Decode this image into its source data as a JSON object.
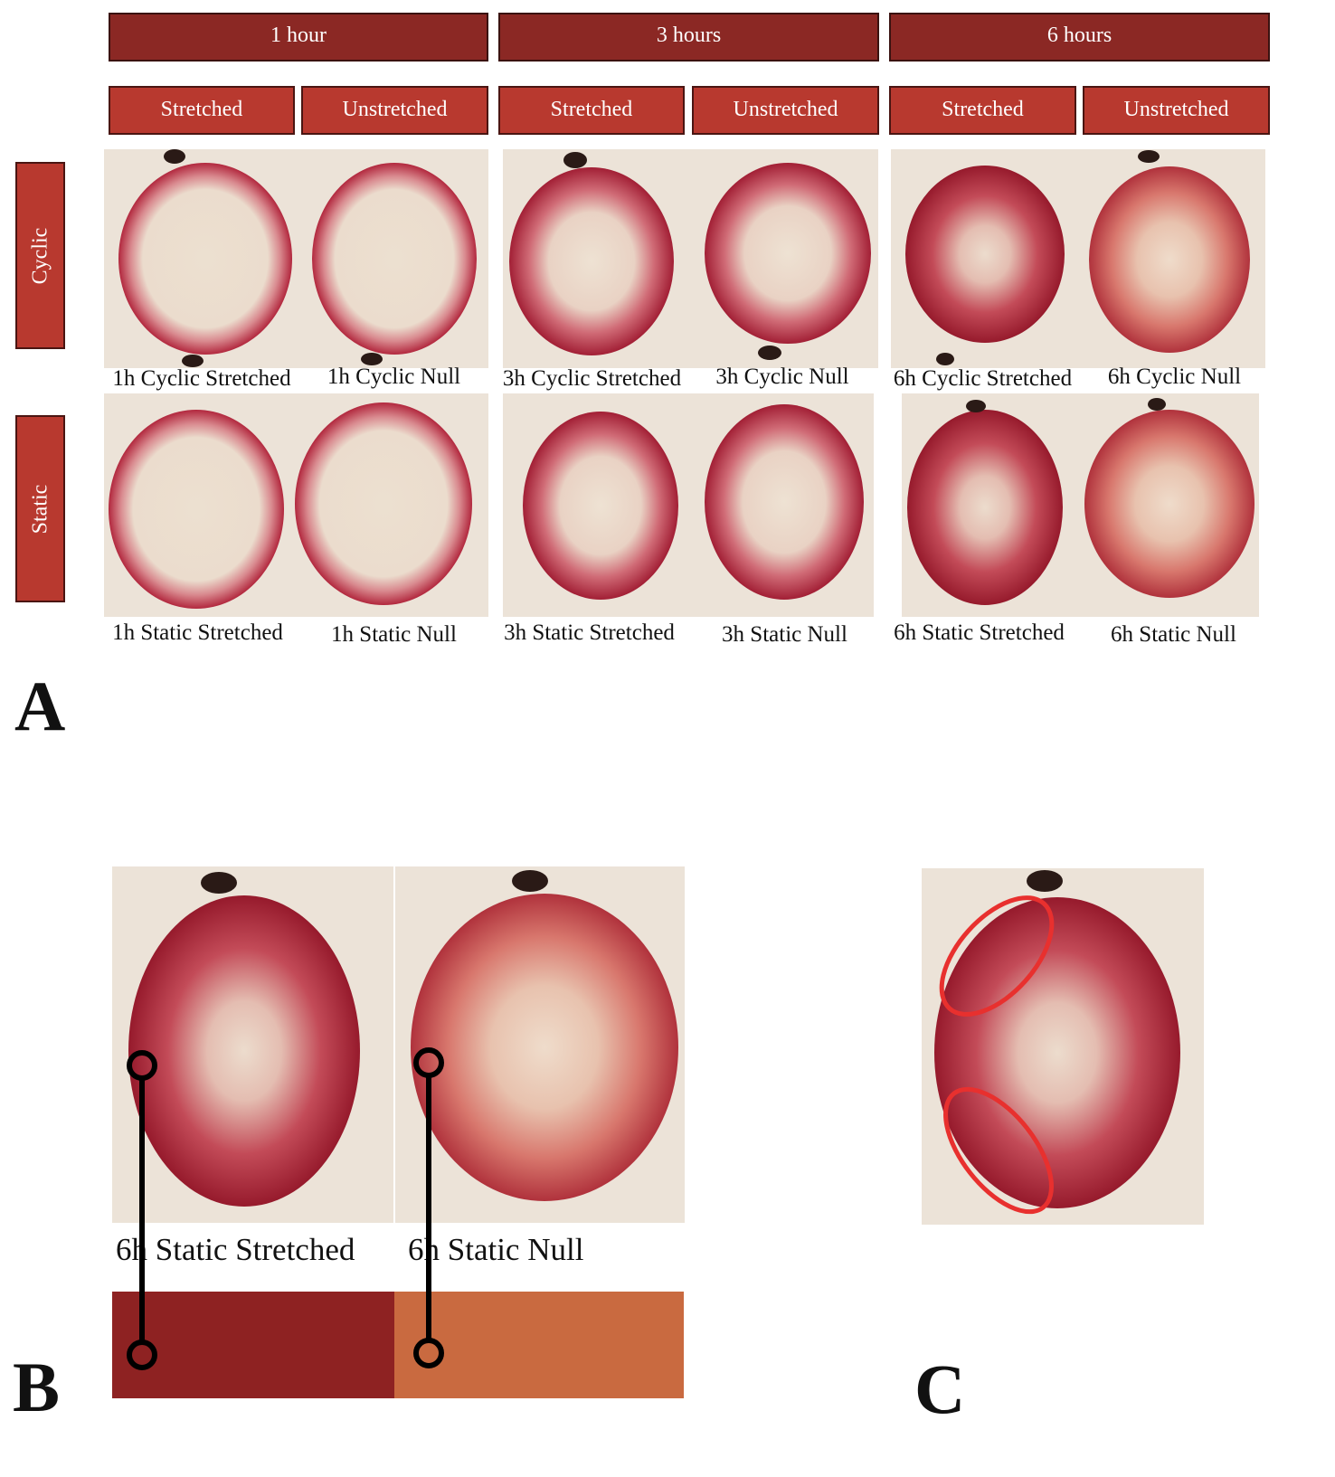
{
  "panel_a": {
    "letter": "A",
    "time_headers": [
      "1 hour",
      "3 hours",
      "6 hours"
    ],
    "condition_headers": [
      "Stretched",
      "Unstretched",
      "Stretched",
      "Unstretched",
      "Stretched",
      "Unstretched"
    ],
    "row_headers": [
      "Cyclic",
      "Static"
    ],
    "captions_cyclic": [
      "1h Cyclic Stretched",
      "1h Cyclic Null",
      "3h Cyclic Stretched",
      "3h Cyclic Null",
      "6h Cyclic Stretched",
      "6h Cyclic Null"
    ],
    "captions_static": [
      "1h Static Stretched",
      "1h Static Null",
      "3h Static Stretched",
      "3h Static Null",
      "6h Static Stretched",
      "6h Static Null"
    ]
  },
  "panel_b": {
    "letter": "B",
    "captions": [
      "6h Static Stretched",
      "6h Static Null"
    ],
    "swatch_colors": [
      "#8e2222",
      "#c96a40"
    ]
  },
  "panel_c": {
    "letter": "C",
    "highlight_color": "#e8302e"
  }
}
